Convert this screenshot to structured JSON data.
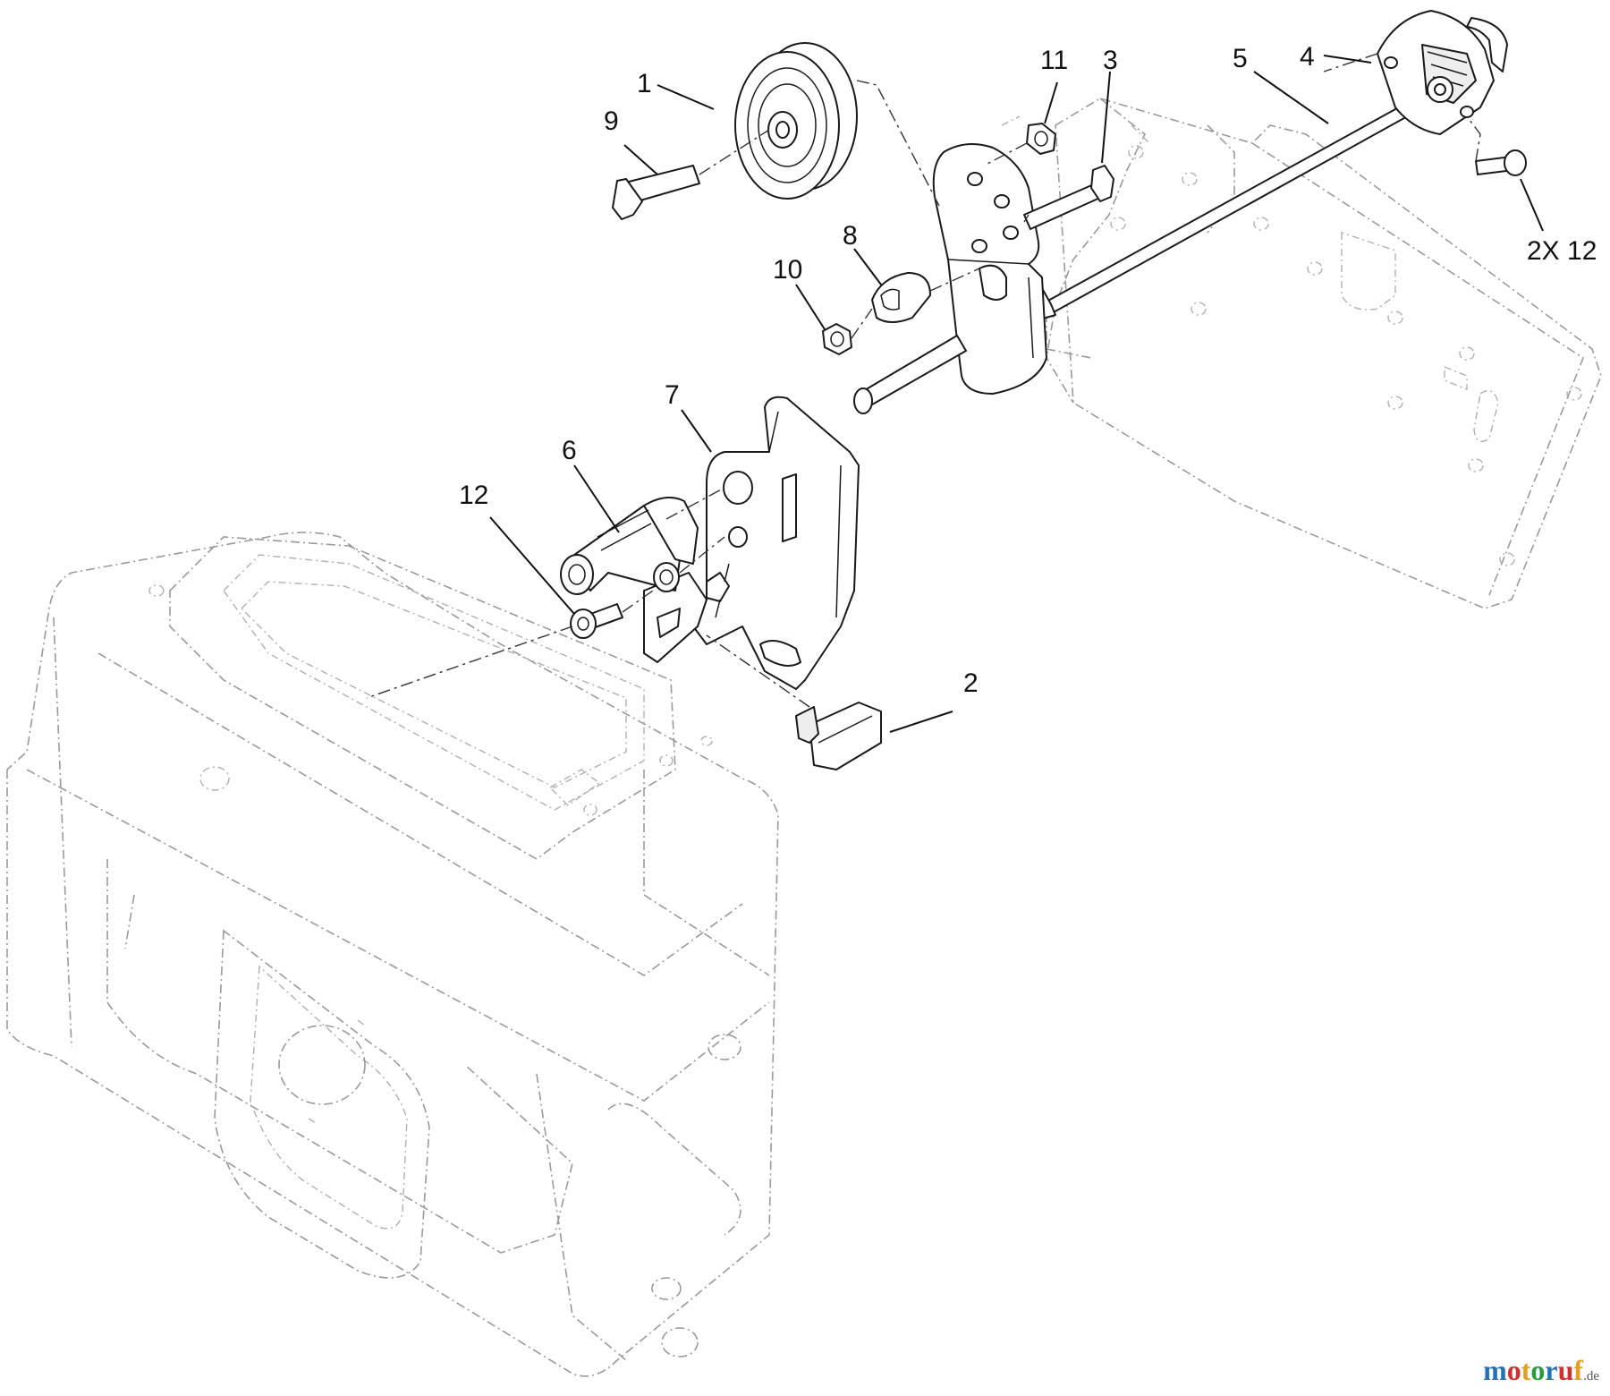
{
  "callouts": [
    {
      "id": "c1",
      "label": "1"
    },
    {
      "id": "c2",
      "label": "2"
    },
    {
      "id": "c3",
      "label": "3"
    },
    {
      "id": "c4",
      "label": "4"
    },
    {
      "id": "c5",
      "label": "5"
    },
    {
      "id": "c6",
      "label": "6"
    },
    {
      "id": "c7",
      "label": "7"
    },
    {
      "id": "c8",
      "label": "8"
    },
    {
      "id": "c9",
      "label": "9"
    },
    {
      "id": "c10",
      "label": "10"
    },
    {
      "id": "c11",
      "label": "11"
    },
    {
      "id": "c12",
      "label": "12"
    },
    {
      "id": "c2x12",
      "label": "2X 12"
    }
  ],
  "watermark": {
    "letters": [
      "m",
      "o",
      "t",
      "o",
      "r",
      "u",
      "f"
    ],
    "suffix": ".de",
    "colors": [
      "#2a6fb5",
      "#d03030",
      "#e0a020",
      "#2a9a40",
      "#2a6fb5",
      "#d03030",
      "#e0a020"
    ]
  }
}
